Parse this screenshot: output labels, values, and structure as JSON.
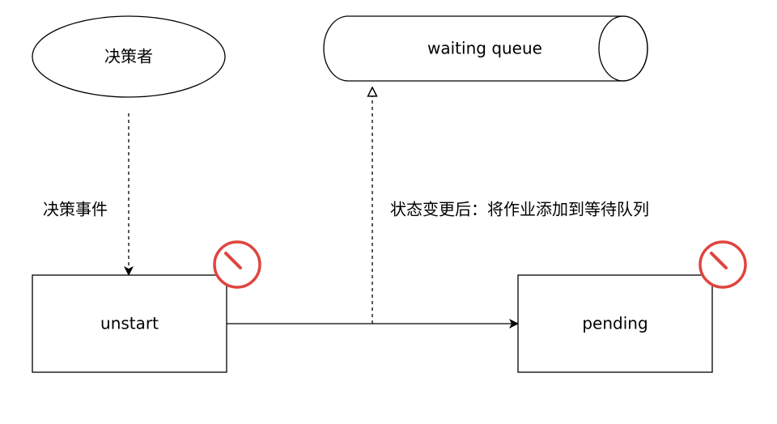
{
  "diagram": {
    "decider": {
      "label": "决策者"
    },
    "queue": {
      "label": "waiting queue"
    },
    "decision_event": {
      "label": "决策事件"
    },
    "state_change": {
      "label": "状态变更后：将作业添加到等待队列"
    },
    "unstart": {
      "label": "unstart"
    },
    "pending": {
      "label": "pending"
    }
  },
  "colors": {
    "stroke": "#000000",
    "timer": "#e0443e"
  },
  "icons": [
    "timer-icon",
    "timer-icon"
  ]
}
